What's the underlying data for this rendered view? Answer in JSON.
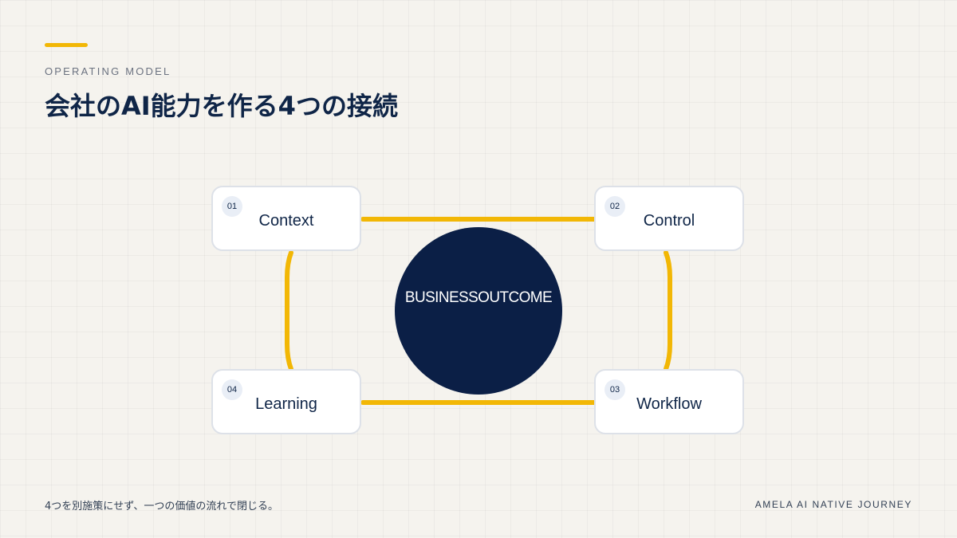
{
  "header": {
    "eyebrow": "OPERATING MODEL",
    "title": "会社のAI能力を作る4つの接続"
  },
  "diagram": {
    "nodes": [
      {
        "number": "01",
        "label": "Context"
      },
      {
        "number": "02",
        "label": "Control"
      },
      {
        "number": "03",
        "label": "Workflow"
      },
      {
        "number": "04",
        "label": "Learning"
      }
    ],
    "center": {
      "text": "BUSINESSOUTCOME"
    },
    "connections": [
      [
        "Context",
        "Control"
      ],
      [
        "Control",
        "Workflow"
      ],
      [
        "Workflow",
        "Learning"
      ],
      [
        "Learning",
        "Context"
      ]
    ]
  },
  "footer": {
    "note": "4つを別施策にせず、一つの価値の流れで閉じる。",
    "brand": "AMELA AI NATIVE JOURNEY"
  },
  "colors": {
    "accent": "#f2b705",
    "navy": "#0b1f46",
    "background": "#f5f3ee",
    "card_border": "#dde1e8"
  }
}
